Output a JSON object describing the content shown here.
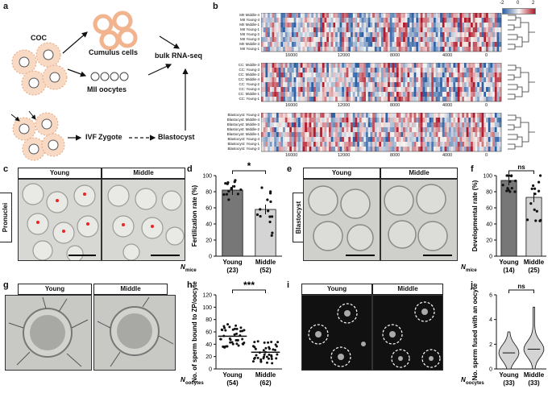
{
  "panels": {
    "a": "a",
    "b": "b",
    "c": "c",
    "d": "d",
    "e": "e",
    "f": "f",
    "g": "g",
    "h": "h",
    "i": "i",
    "j": "j"
  },
  "schematic": {
    "coc": "COC",
    "cumulus": "Cumulus cells",
    "mii": "MII oocytes",
    "rnaseq": "bulk RNA-seq",
    "ivf": "IVF",
    "zygote": "Zygote",
    "blastocyst": "Blastocyst"
  },
  "heatmap": {
    "colorbar": [
      "-2",
      "0",
      "2"
    ],
    "colors": {
      "low": "#2b5fa6",
      "mid": "#f7f4f0",
      "high": "#b2182b"
    },
    "xticks": [
      "16000",
      "12000",
      "8000",
      "4000",
      "0"
    ],
    "blocks": [
      {
        "rows": [
          "MII Middle-4",
          "MII Young-4",
          "MII Middle-1",
          "MII Young-1",
          "MII Young-2",
          "MII Young-3",
          "MII Middle-3",
          "MII Young-1"
        ]
      },
      {
        "rows": [
          "CC: Middle-3",
          "CC: Young-3",
          "CC: Middle-2",
          "CC: Middle-4",
          "CC: Young-2",
          "CC: Young-4",
          "CC: Middle-1",
          "CC: Young-1"
        ]
      },
      {
        "rows": [
          "Blastocyst: Young-2",
          "Blastocyst: Middle-4",
          "Blastocyst: Middle-3",
          "Blastocyst: Middle-2",
          "Blastocyst: Middle-1",
          "Blastocyst: Young-4",
          "Blastocyst: Young-1",
          "Blastocyst: Young-3"
        ]
      }
    ]
  },
  "labels": {
    "young": "Young",
    "middle": "Middle",
    "pronuclei": "Pronuclei",
    "blastocyst_side": "Blastocyst",
    "nmice": "N",
    "nmice_sub": "mice",
    "noocytes": "N",
    "noocytes_sub": "oocytes"
  },
  "chart_data": [
    {
      "panel": "d",
      "type": "bar",
      "ylabel": "Fertilization rate (%)",
      "ylim": [
        0,
        100
      ],
      "yticks": [
        "0",
        "20",
        "40",
        "60",
        "80",
        "100"
      ],
      "categories": [
        "Young",
        "Middle"
      ],
      "values": [
        82,
        58
      ],
      "n": [
        "(23)",
        "(52)"
      ],
      "significance": "*"
    },
    {
      "panel": "f",
      "type": "bar",
      "ylabel": "Developmental rate (%)",
      "ylim": [
        0,
        100
      ],
      "yticks": [
        "0",
        "20",
        "40",
        "60",
        "80",
        "100"
      ],
      "categories": [
        "Young",
        "Middle"
      ],
      "values": [
        94,
        73
      ],
      "n": [
        "(14)",
        "(25)"
      ],
      "significance": "ns"
    },
    {
      "panel": "h",
      "type": "scatter",
      "ylabel": "No. of sperm bound to ZP/oocyte",
      "ylim": [
        0,
        120
      ],
      "yticks": [
        "0",
        "20",
        "40",
        "60",
        "80",
        "100",
        "120"
      ],
      "categories": [
        "Young",
        "Middle"
      ],
      "values": [
        53,
        27
      ],
      "n": [
        "(54)",
        "(62)"
      ],
      "significance": "***"
    },
    {
      "panel": "j",
      "type": "violin",
      "ylabel": "No. sperm fused with an oocyte",
      "ylim": [
        0,
        6
      ],
      "yticks": [
        "0",
        "2",
        "4",
        "6"
      ],
      "categories": [
        "Young",
        "Middle"
      ],
      "values": [
        1.3,
        1.6
      ],
      "n": [
        "(33)",
        "(33)"
      ],
      "significance": "ns"
    }
  ]
}
